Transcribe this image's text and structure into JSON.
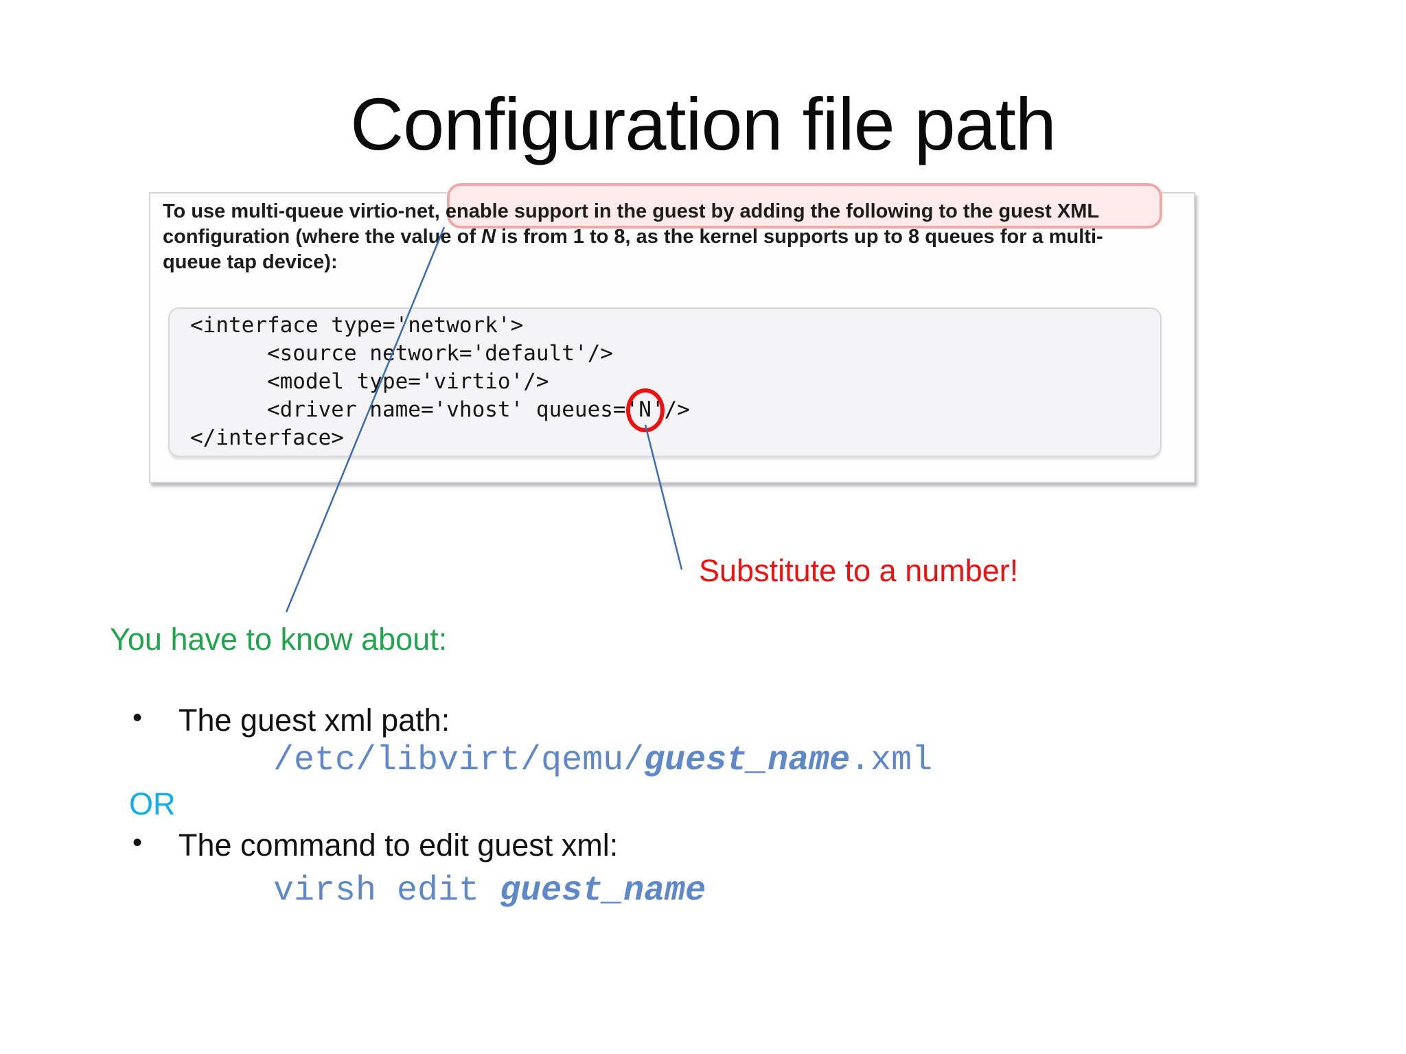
{
  "slide": {
    "title": "Configuration file path"
  },
  "doc_panel": {
    "paragraph": {
      "lead": "To use multi-queue virtio-net, ",
      "highlighted": "enable support in the guest by adding the following to the guest XML",
      "line2_a": "configuration (where the value of ",
      "line2_n": "N",
      "line2_b": " is from 1 to 8, as the kernel supports up to 8 queues for a multi-",
      "line3": "queue tap device):"
    },
    "code_lines": [
      "<interface type='network'>",
      "      <source network='default'/>",
      "      <model type='virtio'/>",
      "      <driver name='vhost' queues='N'/>",
      "</interface>"
    ]
  },
  "annotations": {
    "substitute_label": "Substitute to a number!",
    "know_about_label": "You have to know about:"
  },
  "bullets": {
    "marker": "•",
    "bullet1_label": "The guest xml path:",
    "path_prefix": "/etc/libvirt/qemu/",
    "path_guest_name": "guest_name",
    "path_suffix": ".xml",
    "or_label": "OR",
    "bullet2_label": "The command to edit guest xml:",
    "cmd_prefix": "virsh edit ",
    "cmd_guest_name": "guest_name"
  },
  "colors": {
    "highlight_fill": "#fcebea",
    "highlight_border": "#efa7a7",
    "circle_red": "#ee1111",
    "annotation_red": "#ee1111",
    "annotation_green": "#22a34d",
    "or_cyan": "#0fadea",
    "mono_blue": "#5e88c8",
    "callout_line_blue": "#3a6cb0"
  }
}
